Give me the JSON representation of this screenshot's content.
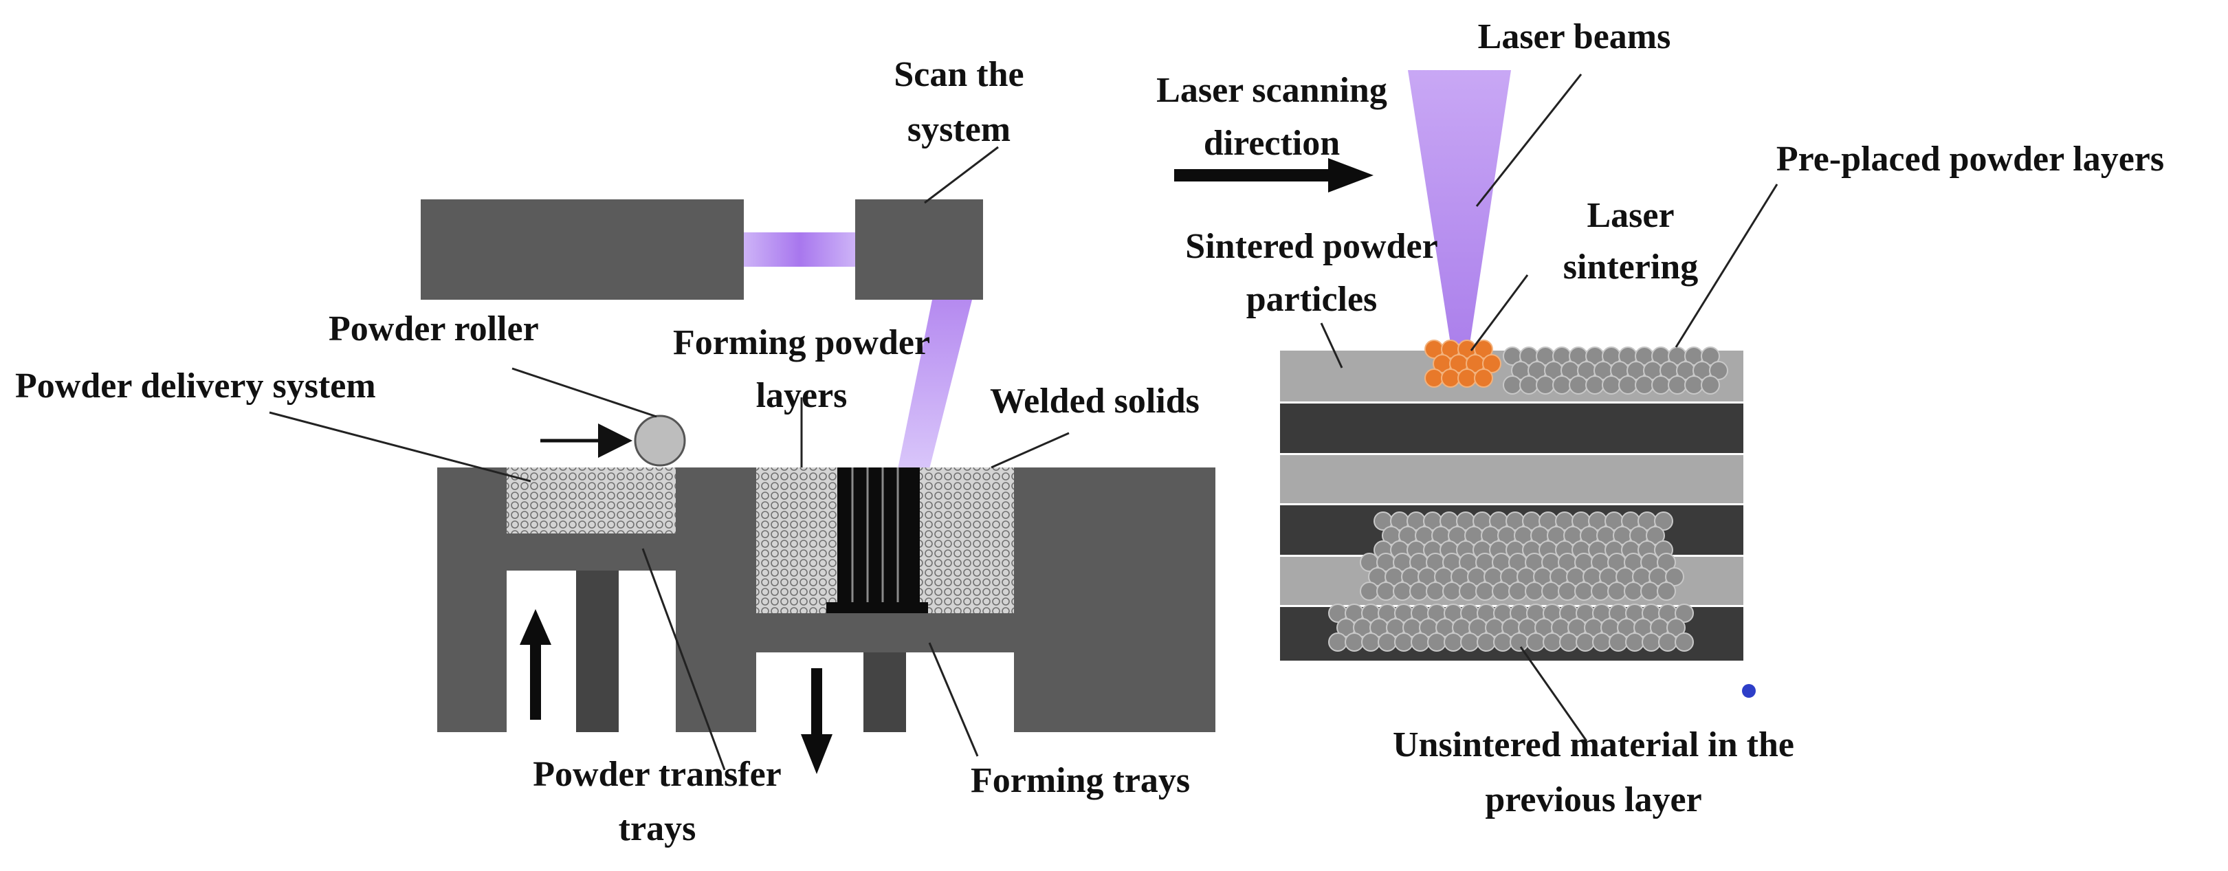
{
  "labels": {
    "scan_system_1": "Scan the",
    "scan_system_2": "system",
    "powder_roller": "Powder roller",
    "powder_delivery": "Powder delivery system",
    "forming_powder_1": "Forming powder",
    "forming_powder_2": "layers",
    "welded_solids": "Welded solids",
    "powder_transfer_1": "Powder transfer",
    "powder_transfer_2": "trays",
    "forming_trays": "Forming trays",
    "laser_beams": "Laser beams",
    "scan_direction_1": "Laser scanning",
    "scan_direction_2": "direction",
    "pre_placed": "Pre-placed powder layers",
    "laser_sintering_1": "Laser",
    "laser_sintering_2": "sintering",
    "sintered_particles_1": "Sintered powder",
    "sintered_particles_2": "particles",
    "unsintered_1": "Unsintered material in the",
    "unsintered_2": "previous layer"
  },
  "colors": {
    "machine": "#5b5b5b",
    "dark_layer": "#3a3a3a",
    "light_layer": "#a9a9a9",
    "laser": "#b98cf2",
    "sintered": "#e8792a",
    "particle": "#8c8c8c",
    "powder_fill": "#d0d0d0",
    "dot": "#2d3ec8"
  }
}
